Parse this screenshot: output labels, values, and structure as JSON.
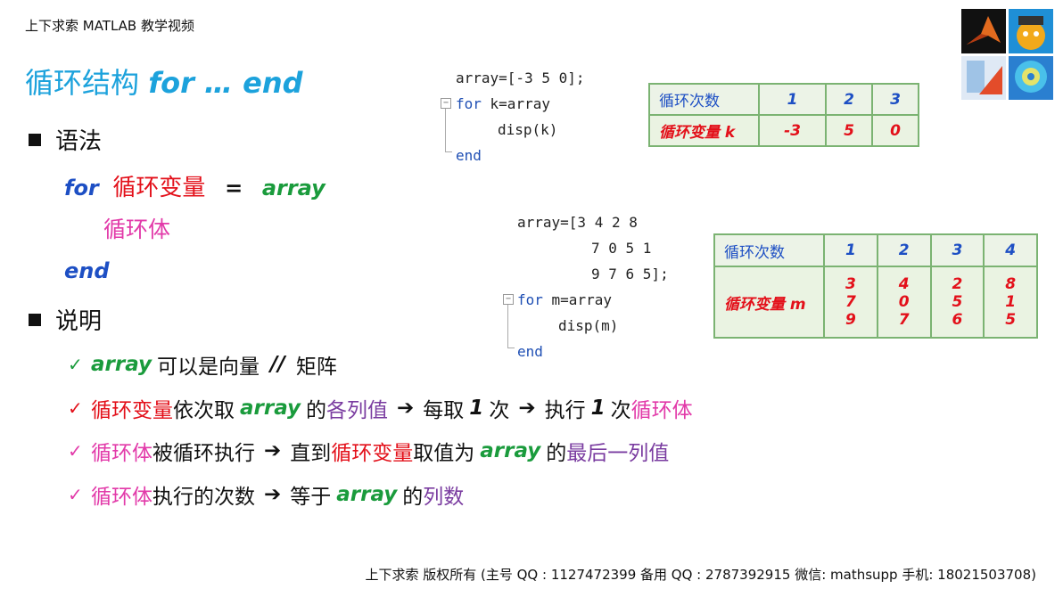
{
  "header": {
    "text": "上下求索 MATLAB 教学视频"
  },
  "title": {
    "prefix": "循环结构",
    "keyword": "for … end"
  },
  "syntax": {
    "heading": "语法",
    "for_kw": "for",
    "loop_var": "循环变量",
    "equals": "=",
    "array_kw": "array",
    "body": "循环体",
    "end_kw": "end"
  },
  "notes": {
    "heading": "说明",
    "check": "✓",
    "arrow": "➔",
    "line1": {
      "array": "array",
      "t1": "可以是向量",
      "sep": "//",
      "t2": "矩阵"
    },
    "line2": {
      "loop_var": "循环变量",
      "t1": "依次取",
      "array": "array",
      "t2": "的",
      "cols": "各列值",
      "t3": "每取",
      "one1": "1",
      "t4": "次",
      "t5": "执行",
      "one2": "1",
      "t6": "次",
      "body": "循环体"
    },
    "line3": {
      "body": "循环体",
      "t1": "被循环执行",
      "t2": "直到",
      "loop_var": "循环变量",
      "t3": "取值为",
      "array": "array",
      "t4": "的",
      "last": "最后一列值"
    },
    "line4": {
      "body": "循环体",
      "t1": "执行的次数",
      "t2": "等于",
      "array": "array",
      "t3": "的",
      "cols": "列数"
    }
  },
  "code1": {
    "l1": "array=[-3 5 0];",
    "l2_kw": "for",
    "l2": " k=array",
    "l3": "disp(k)",
    "l4": "end"
  },
  "table1": {
    "row1_label": "循环次数",
    "row1": [
      "1",
      "2",
      "3"
    ],
    "row2_label": "循环变量",
    "row2_var": "k",
    "row2": [
      "-3",
      "5",
      "0"
    ]
  },
  "code2": {
    "l1": "array=[3 4 2 8",
    "l2": "7 0 5 1",
    "l3": "9 7 6 5];",
    "l4_kw": "for",
    "l4": " m=array",
    "l5": "disp(m)",
    "l6": "end"
  },
  "table2": {
    "row1_label": "循环次数",
    "row1": [
      "1",
      "2",
      "3",
      "4"
    ],
    "row2_label": "循环变量",
    "row2_var": "m",
    "cols": [
      [
        "3",
        "7",
        "9"
      ],
      [
        "4",
        "0",
        "7"
      ],
      [
        "2",
        "5",
        "6"
      ],
      [
        "8",
        "1",
        "5"
      ]
    ]
  },
  "footer": {
    "text": "上下求索  版权所有 (主号 QQ : 1127472399   备用 QQ : 2787392915   微信: mathsupp   手机: 18021503708)"
  },
  "colors": {
    "title": "#1ca2dc",
    "keyword_blue": "#1d4fc4",
    "red": "#e3101a",
    "pink": "#e23aa9",
    "green": "#1a9b3c",
    "purple": "#7a3ca0",
    "table_border": "#7bb372"
  }
}
